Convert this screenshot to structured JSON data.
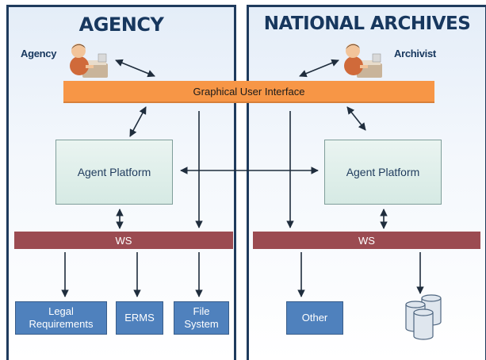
{
  "agency": {
    "title": "AGENCY",
    "actor_label": "Agency",
    "platform": "Agent Platform",
    "ws": "WS",
    "stores": [
      {
        "line1": "Legal",
        "line2": "Requirements"
      },
      {
        "line1": "ERMS",
        "line2": ""
      },
      {
        "line1": "File",
        "line2": "System"
      }
    ]
  },
  "archives": {
    "title": "NATIONAL ARCHIVES",
    "actor_label": "Archivist",
    "platform": "Agent Platform",
    "ws": "WS",
    "store": "Other"
  },
  "gui_label": "Graphical User Interface",
  "colors": {
    "frame": "#1f3b5d",
    "gui": "#f79646",
    "ws": "#9b4b51",
    "store": "#4f81bd",
    "arrow": "#1f2d3d"
  },
  "icons": {
    "actor": "person-at-desk-icon",
    "database": "database-cylinders-icon"
  }
}
